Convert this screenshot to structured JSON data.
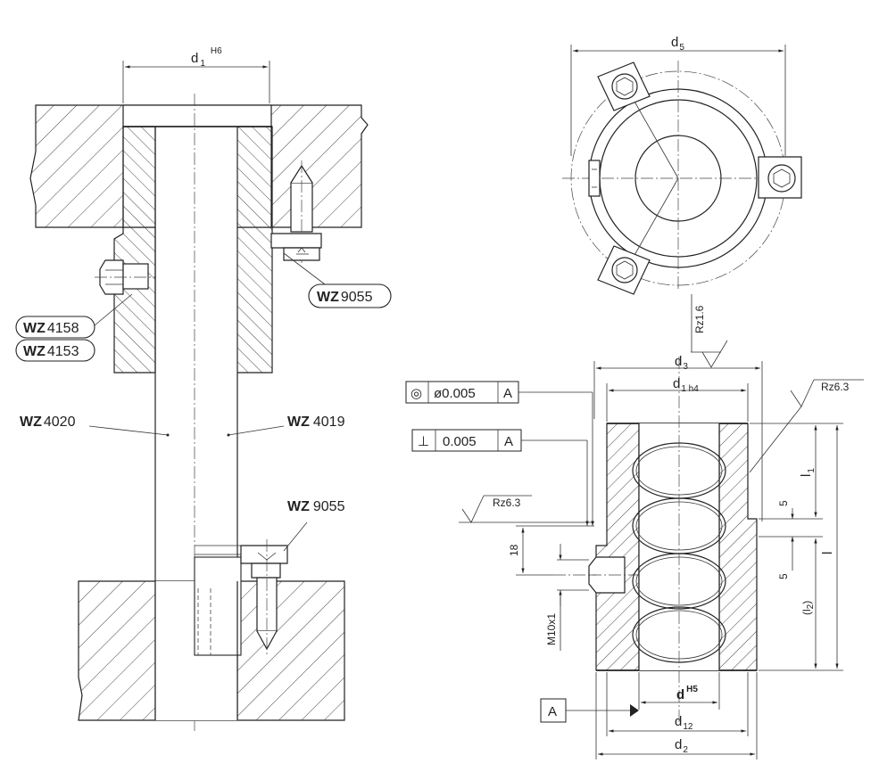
{
  "callouts": {
    "wz9055_top": {
      "prefix": "WZ",
      "number": "9055"
    },
    "wz4158": {
      "prefix": "WZ",
      "number": "4158"
    },
    "wz4153": {
      "prefix": "WZ",
      "number": "4153"
    },
    "wz4020": {
      "prefix": "WZ",
      "number": "4020"
    },
    "wz4019": {
      "prefix": "WZ",
      "number": "4019"
    },
    "wz9055_bottom": {
      "prefix": "WZ",
      "number": "9055"
    }
  },
  "dimensions": {
    "d1_left": {
      "base": "d",
      "sub": "1",
      "sup": "H6"
    },
    "d5": {
      "base": "d",
      "sub": "5"
    },
    "d3": {
      "base": "d",
      "sub": "3"
    },
    "d1_h4": {
      "base": "d",
      "sub": "1 h4"
    },
    "d_h5": {
      "base": "d",
      "sup": "H5"
    },
    "d12": {
      "base": "d",
      "sub": "12"
    },
    "d2": {
      "base": "d",
      "sub": "2"
    },
    "l1": {
      "base": "l",
      "sub": "1"
    },
    "l": {
      "base": "l"
    },
    "l2": {
      "base": "(l",
      "sub": "2",
      "end": ")"
    },
    "five_top": "5",
    "five_bottom": "5",
    "eighteen": "18",
    "m10x1": "M10x1"
  },
  "surface": {
    "rz16": "Rz1.6",
    "rz63_right": "Rz6.3",
    "rz63_left": "Rz6.3"
  },
  "tolerances": {
    "concentricity": {
      "symbol": "◎",
      "value": "ø0.005",
      "datum": "A"
    },
    "perpendicularity": {
      "symbol": "⊥",
      "value": "0.005",
      "datum": "A"
    }
  },
  "datum": {
    "label": "A"
  }
}
